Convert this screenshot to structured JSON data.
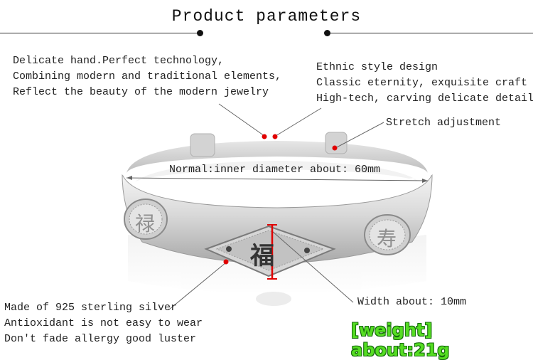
{
  "header": {
    "title": "Product parameters"
  },
  "callouts": {
    "top_left": [
      "Delicate hand.Perfect technology,",
      "Combining modern and traditional elements,",
      "Reflect the beauty of the modern jewelry"
    ],
    "top_right": [
      "Ethnic style design",
      "Classic eternity, exquisite craft",
      "High-tech, carving delicate details"
    ],
    "stretch": "Stretch adjustment",
    "diameter": "Normal:inner diameter about: 60mm",
    "width": "Width about: 10mm",
    "bottom_left": [
      "Made of 925 sterling silver",
      "Antioxidant is not easy to wear",
      "Don't fade allergy good luster"
    ],
    "weight": "[weight] about:21g"
  },
  "bangle": {
    "center_character": "福",
    "left_character": "禄",
    "right_character": "寿",
    "marker_color": "#e00000"
  }
}
